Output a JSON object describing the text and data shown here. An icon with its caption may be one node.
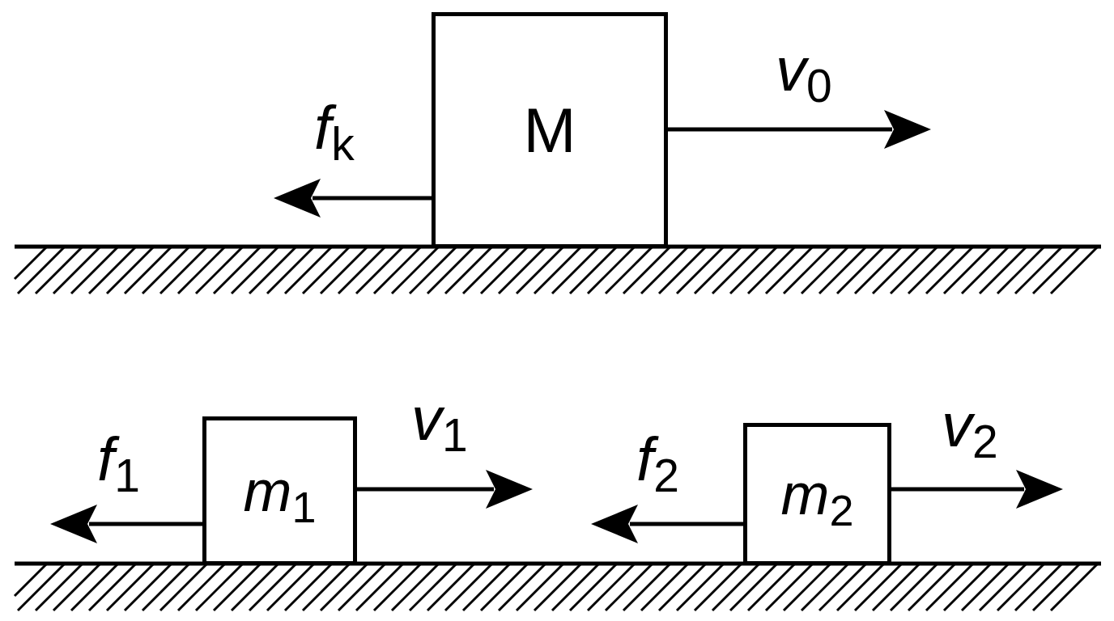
{
  "diagram": {
    "nodes": [
      {
        "text": [
          "M"
        ]
      },
      {
        "text": [
          "*m*$_{1}$"
        ]
      },
      {
        "text": [
          "*m*$_{2}$"
        ]
      }
    ],
    "labels": [
      "*v*$_{0}$",
      "*f*$_{k}$",
      "*f*$_{1}$",
      "*v*$_{1}$",
      "*f*$_{2}$",
      "*v*$_{2}$"
    ]
  }
}
